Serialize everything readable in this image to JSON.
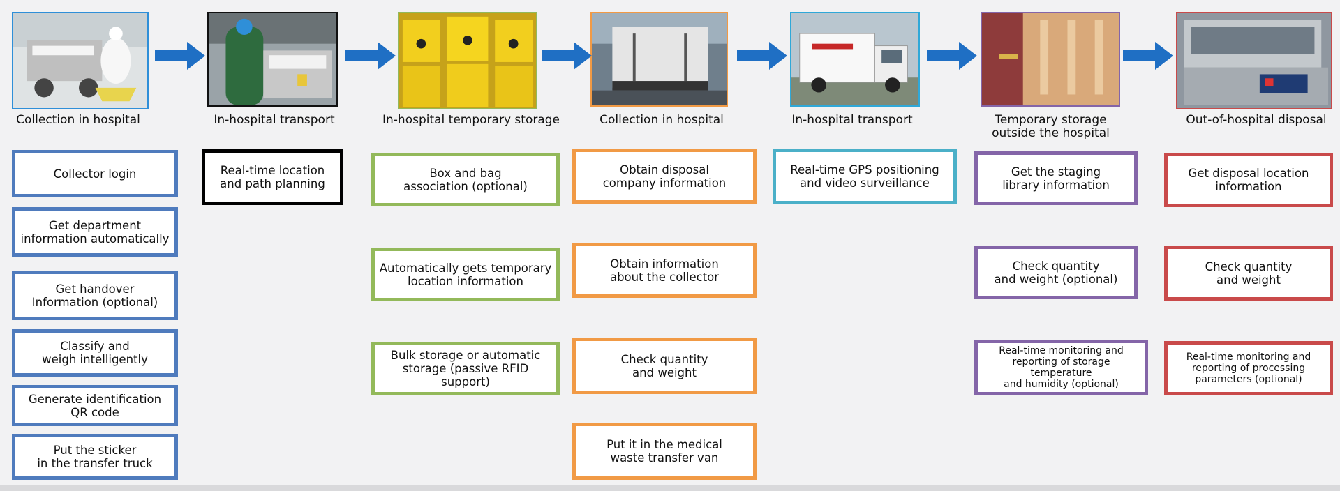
{
  "stages": [
    {
      "label": "Collection in hospital"
    },
    {
      "label": "In-hospital transport"
    },
    {
      "label": "In-hospital temporary storage"
    },
    {
      "label": "Collection in hospital"
    },
    {
      "label": "In-hospital transport"
    },
    {
      "label": "Temporary storage\noutside the hospital"
    },
    {
      "label": "Out-of-hospital disposal"
    }
  ],
  "columns": [
    {
      "color": "#4f7bbd",
      "items": [
        "Collector login",
        "Get department\ninformation automatically",
        "Get handover\nInformation (optional)",
        "Classify and\nweigh intelligently",
        "Generate identification\nQR code",
        "Put the sticker\nin the transfer truck"
      ]
    },
    {
      "color": "#000000",
      "items": [
        "Real-time location\nand path planning"
      ]
    },
    {
      "color": "#93b95a",
      "items": [
        "Box and bag\nassociation (optional)",
        "Automatically gets temporary\nlocation information",
        "Bulk storage or automatic\nstorage (passive RFID support)"
      ]
    },
    {
      "color": "#f19a45",
      "items": [
        "Obtain disposal\ncompany information",
        "Obtain information\nabout the collector",
        "Check quantity\nand weight",
        "Put it in the medical\nwaste transfer van"
      ]
    },
    {
      "color": "#4bb0c8",
      "items": [
        "Real-time GPS positioning\nand video surveillance"
      ]
    },
    {
      "color": "#8465a8",
      "items": [
        "Get the staging\nlibrary information",
        "Check quantity\nand weight (optional)",
        "Real-time monitoring and\nreporting of storage temperature\nand humidity (optional)"
      ]
    },
    {
      "color": "#c94a4a",
      "items": [
        "Get disposal location\ninformation",
        "Check quantity\nand weight",
        "Real-time monitoring and\nreporting of processing\nparameters (optional)"
      ]
    }
  ],
  "arrow_color": "#1f6fc4"
}
